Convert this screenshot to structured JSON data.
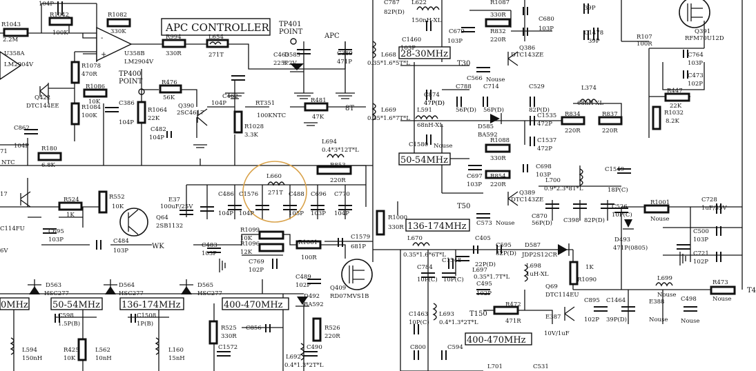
{
  "blocks": {
    "apc_controller": "APC CONTROLLER",
    "tp401": "TP401",
    "tp400": "TP400",
    "point": "POINT",
    "apc": "APC",
    "wk": "WK",
    "t_8": "8T",
    "t30": "T30",
    "t50": "T50",
    "t150": "T150",
    "t4": "T4"
  },
  "band_labels": {
    "b28_30": "28-30MHz",
    "b50_54_right": "50-54MHz",
    "b136_174_mid": "136-174MHz",
    "b400_470_right": "400-470MHz",
    "b30_left": "0MHz",
    "b50_54_left": "50-54MHz",
    "b136_174_left": "136-174MHz",
    "b400_470_left": "400-470MHz"
  },
  "labels": [
    {
      "id": "r1043",
      "text": "R1043"
    },
    {
      "id": "v22m",
      "text": "2.2M"
    },
    {
      "id": "r1042",
      "text": "R1042"
    },
    {
      "id": "v100k_a",
      "text": "100K"
    },
    {
      "id": "r1082",
      "text": "R1082"
    },
    {
      "id": "v330k",
      "text": "330K"
    },
    {
      "id": "u358a",
      "text": "U358A"
    },
    {
      "id": "lm2904v_a",
      "text": "LM2904V"
    },
    {
      "id": "u358b",
      "text": "U358B"
    },
    {
      "id": "lm2904v_b",
      "text": "LM2904V"
    },
    {
      "id": "r1078",
      "text": "R1078"
    },
    {
      "id": "v470r",
      "text": "470R"
    },
    {
      "id": "r1086",
      "text": "R1086"
    },
    {
      "id": "v10k_a",
      "text": "10K"
    },
    {
      "id": "r1084",
      "text": "R1084"
    },
    {
      "id": "v100k_b",
      "text": "100K"
    },
    {
      "id": "q422",
      "text": "Q422"
    },
    {
      "id": "dtc144ee",
      "text": "DTC144EE"
    },
    {
      "id": "c386",
      "text": "C386"
    },
    {
      "id": "v104p_a",
      "text": "104P"
    },
    {
      "id": "r1064",
      "text": "R1064"
    },
    {
      "id": "v22k",
      "text": "22K"
    },
    {
      "id": "r476",
      "text": "R476"
    },
    {
      "id": "v56k",
      "text": "56K"
    },
    {
      "id": "q390",
      "text": "Q390"
    },
    {
      "id": "v2sc4617",
      "text": "2SC4617"
    },
    {
      "id": "c482",
      "text": "C482"
    },
    {
      "id": "v104p_b",
      "text": "104P"
    },
    {
      "id": "r994",
      "text": "R994"
    },
    {
      "id": "v330r_a",
      "text": "330R"
    },
    {
      "id": "l654",
      "text": "L654"
    },
    {
      "id": "v271t_a",
      "text": "271T"
    },
    {
      "id": "c463",
      "text": "C463"
    },
    {
      "id": "v225p",
      "text": "225P"
    },
    {
      "id": "d583",
      "text": "D583"
    },
    {
      "id": "v82v",
      "text": "8.2V"
    },
    {
      "id": "c389",
      "text": "C389"
    },
    {
      "id": "v471p",
      "text": "471P"
    },
    {
      "id": "c462",
      "text": "C462"
    },
    {
      "id": "v104p_c",
      "text": "104P"
    },
    {
      "id": "rt351",
      "text": "RT351"
    },
    {
      "id": "v100kntc",
      "text": "100KNTC"
    },
    {
      "id": "r481",
      "text": "R481"
    },
    {
      "id": "v47k",
      "text": "47K"
    },
    {
      "id": "r1028",
      "text": "R1028"
    },
    {
      "id": "v33k",
      "text": "3.3K"
    },
    {
      "id": "c862",
      "text": "C862"
    },
    {
      "id": "v104p_d",
      "text": "104P"
    },
    {
      "id": "r180",
      "text": "R180"
    },
    {
      "id": "v68k",
      "text": "6.8K"
    },
    {
      "id": "ntc",
      "text": "NTC"
    },
    {
      "id": "v71",
      "text": "71"
    },
    {
      "id": "l694",
      "text": "L694"
    },
    {
      "id": "v04_3_12",
      "text": "0.4*3*12T*L"
    },
    {
      "id": "r853",
      "text": "R853"
    },
    {
      "id": "v220r_a",
      "text": "220R"
    },
    {
      "id": "l660",
      "text": "L660"
    },
    {
      "id": "v271t_b",
      "text": "271T"
    },
    {
      "id": "c486",
      "text": "C486"
    },
    {
      "id": "c1576",
      "text": "C1576"
    },
    {
      "id": "c488",
      "text": "C488"
    },
    {
      "id": "c696",
      "text": "C696"
    },
    {
      "id": "c770",
      "text": "C770"
    },
    {
      "id": "v104p_e",
      "text": "104P"
    },
    {
      "id": "v104p_f",
      "text": "104P"
    },
    {
      "id": "v105p",
      "text": "105P"
    },
    {
      "id": "v103p_a",
      "text": "103P"
    },
    {
      "id": "v104p_g",
      "text": "104P"
    },
    {
      "id": "e37",
      "text": "E37"
    },
    {
      "id": "v100uf25v",
      "text": "100uF/25V"
    },
    {
      "id": "r524",
      "text": "R524"
    },
    {
      "id": "v1k",
      "text": "1K"
    },
    {
      "id": "r552",
      "text": "R552"
    },
    {
      "id": "v10k_b",
      "text": "10K"
    },
    {
      "id": "q64",
      "text": "Q64"
    },
    {
      "id": "v2sb1132",
      "text": "2SB1132"
    },
    {
      "id": "c695",
      "text": "C695"
    },
    {
      "id": "v103p_b",
      "text": "103P"
    },
    {
      "id": "c484",
      "text": "C484"
    },
    {
      "id": "v103p_c",
      "text": "103P"
    },
    {
      "id": "c114fu",
      "text": "C114FU"
    },
    {
      "id": "v6v",
      "text": "6V"
    },
    {
      "id": "v17",
      "text": "17"
    },
    {
      "id": "r1099",
      "text": "R1099"
    },
    {
      "id": "v10k_c",
      "text": "10K"
    },
    {
      "id": "r1096",
      "text": "R1096"
    },
    {
      "id": "v12k",
      "text": "12K"
    },
    {
      "id": "c483",
      "text": "C483"
    },
    {
      "id": "v103p_d",
      "text": "103P"
    },
    {
      "id": "c769",
      "text": "C769"
    },
    {
      "id": "v102p_a",
      "text": "102P"
    },
    {
      "id": "r1061",
      "text": "R1061"
    },
    {
      "id": "v100r",
      "text": "100R"
    },
    {
      "id": "c1579",
      "text": "C1579"
    },
    {
      "id": "v681p",
      "text": "681P"
    },
    {
      "id": "r1000",
      "text": "R1000"
    },
    {
      "id": "v330r_b",
      "text": "330R"
    },
    {
      "id": "q409",
      "text": "Q409"
    },
    {
      "id": "rd07mvs1b",
      "text": "RD07MVS1B"
    },
    {
      "id": "c489",
      "text": "C489"
    },
    {
      "id": "v102p_b",
      "text": "102P"
    },
    {
      "id": "d492",
      "text": "D492"
    },
    {
      "id": "ba592_a",
      "text": "BA592"
    },
    {
      "id": "d563",
      "text": "D563"
    },
    {
      "id": "hsc277_a",
      "text": "HSC277"
    },
    {
      "id": "d564",
      "text": "D564"
    },
    {
      "id": "hsc277_b",
      "text": "HSC277"
    },
    {
      "id": "d565",
      "text": "D565"
    },
    {
      "id": "hsc277_c",
      "text": "HSC277"
    },
    {
      "id": "c598",
      "text": "C598"
    },
    {
      "id": "v15p",
      "text": "1.5P(B)"
    },
    {
      "id": "c1508",
      "text": "C1508"
    },
    {
      "id": "v1pb",
      "text": "1P(B)"
    },
    {
      "id": "r525",
      "text": "R525"
    },
    {
      "id": "v330r_c",
      "text": "330R"
    },
    {
      "id": "c856",
      "text": "C856"
    },
    {
      "id": "v47pd",
      "text": "47P(D)"
    },
    {
      "id": "r526",
      "text": "R526"
    },
    {
      "id": "v220r_b",
      "text": "220R"
    },
    {
      "id": "r425",
      "text": "R425"
    },
    {
      "id": "v10k_d",
      "text": "10K"
    },
    {
      "id": "l594",
      "text": "L594"
    },
    {
      "id": "v150nh",
      "text": "150nH"
    },
    {
      "id": "l562",
      "text": "L562"
    },
    {
      "id": "v10nh",
      "text": "10nH"
    },
    {
      "id": "l160",
      "text": "L160"
    },
    {
      "id": "v15nh",
      "text": "15nH"
    },
    {
      "id": "c1572",
      "text": "C1572"
    },
    {
      "id": "c490",
      "text": "C490"
    },
    {
      "id": "l692",
      "text": "L692"
    },
    {
      "id": "v04_13_2",
      "text": "0.4*1.3*2T*L"
    },
    {
      "id": "c787",
      "text": "C787"
    },
    {
      "id": "v82pd_a",
      "text": "82P(D)"
    },
    {
      "id": "l622",
      "text": "L622"
    },
    {
      "id": "v150nhxl",
      "text": "150nH-XL"
    },
    {
      "id": "c1460",
      "text": "C1460"
    },
    {
      "id": "v103p_e",
      "text": "103P"
    },
    {
      "id": "c679",
      "text": "C679"
    },
    {
      "id": "v103p_f",
      "text": "103P"
    },
    {
      "id": "r1087",
      "text": "R1087"
    },
    {
      "id": "v330r_d",
      "text": "330R"
    },
    {
      "id": "c680",
      "text": "C680"
    },
    {
      "id": "v103p_g",
      "text": "103P"
    },
    {
      "id": "r832",
      "text": "R832"
    },
    {
      "id": "v220r_c",
      "text": "220R"
    },
    {
      "id": "q386",
      "text": "Q386"
    },
    {
      "id": "dtc143ze_a",
      "text": "DTC143ZE"
    },
    {
      "id": "l668",
      "text": "L668"
    },
    {
      "id": "v035_16_5t",
      "text": "0.35*1.6*5T*L"
    },
    {
      "id": "c566",
      "text": "C566"
    },
    {
      "id": "nouse_a",
      "text": "Nouse"
    },
    {
      "id": "c874",
      "text": "C874"
    },
    {
      "id": "v47pd",
      "text": "47P(D)"
    },
    {
      "id": "l591",
      "text": "L591"
    },
    {
      "id": "v68nhxl_a",
      "text": "68nH-XL"
    },
    {
      "id": "c788",
      "text": "C788"
    },
    {
      "id": "v56pd_a",
      "text": "56P(D)"
    },
    {
      "id": "c714",
      "text": "C714"
    },
    {
      "id": "v56pd_b",
      "text": "56P(D)"
    },
    {
      "id": "c529",
      "text": "C529"
    },
    {
      "id": "v82pd_b",
      "text": "82P(D)"
    },
    {
      "id": "l374",
      "text": "L374"
    },
    {
      "id": "v68nhxl_b",
      "text": "68nH-XL"
    },
    {
      "id": "d585",
      "text": "D585"
    },
    {
      "id": "ba592_b",
      "text": "BA592"
    },
    {
      "id": "c1535",
      "text": "C1535"
    },
    {
      "id": "v472p_a",
      "text": "472P"
    },
    {
      "id": "r834",
      "text": "R834"
    },
    {
      "id": "v220r_d",
      "text": "220R"
    },
    {
      "id": "r837",
      "text": "R837"
    },
    {
      "id": "v220r_e",
      "text": "220R"
    },
    {
      "id": "l669",
      "text": "L669"
    },
    {
      "id": "v035_16_7t",
      "text": "0.35*1.6*7T*L"
    },
    {
      "id": "c1580",
      "text": "C1580"
    },
    {
      "id": "nouse_b",
      "text": "Nouse"
    },
    {
      "id": "r1088",
      "text": "R1088"
    },
    {
      "id": "v330r_e",
      "text": "330R"
    },
    {
      "id": "c1537",
      "text": "C1537"
    },
    {
      "id": "v472p_b",
      "text": "472P"
    },
    {
      "id": "c698",
      "text": "C698"
    },
    {
      "id": "v103p_h",
      "text": "103P"
    },
    {
      "id": "c697",
      "text": "C697"
    },
    {
      "id": "v103p_i",
      "text": "103P"
    },
    {
      "id": "r854",
      "text": "R854"
    },
    {
      "id": "v220r_f",
      "text": "220R"
    },
    {
      "id": "l700",
      "text": "L700"
    },
    {
      "id": "v09_23_8",
      "text": "0.9*2.3*8T*L"
    },
    {
      "id": "q389",
      "text": "Q389"
    },
    {
      "id": "dtc143ze_b",
      "text": "DTC143ZE"
    },
    {
      "id": "c870",
      "text": "C870"
    },
    {
      "id": "v56pd_c",
      "text": "56P(D)"
    },
    {
      "id": "c398",
      "text": "C398"
    },
    {
      "id": "v82pd_c",
      "text": "82P(D)"
    },
    {
      "id": "c526",
      "text": "C526"
    },
    {
      "id": "v10pc_a",
      "text": "10P(C)"
    },
    {
      "id": "c573",
      "text": "C573"
    },
    {
      "id": "nouse_c",
      "text": "Nouse"
    },
    {
      "id": "c1549",
      "text": "C1549"
    },
    {
      "id": "v18pc",
      "text": "18P(C)"
    },
    {
      "id": "l670",
      "text": "L670"
    },
    {
      "id": "v035_16_6t",
      "text": "0.35*1.6*6T*L"
    },
    {
      "id": "c405",
      "text": "C405"
    },
    {
      "id": "v22pd",
      "text": "22P(D)"
    },
    {
      "id": "c595",
      "text": "C595"
    },
    {
      "id": "v82pd_d",
      "text": "82P(D)"
    },
    {
      "id": "d587",
      "text": "D587"
    },
    {
      "id": "jdp2s12cr",
      "text": "JDP2S12CR"
    },
    {
      "id": "c784",
      "text": "C784"
    },
    {
      "id": "v10pc_b",
      "text": "10P(C)"
    },
    {
      "id": "c1548",
      "text": "C1548"
    },
    {
      "id": "v10pc_c",
      "text": "10P(C)"
    },
    {
      "id": "l697",
      "text": "L697"
    },
    {
      "id": "v035_17t",
      "text": "0.35*1.7T*L"
    },
    {
      "id": "l698",
      "text": "L698"
    },
    {
      "id": "v1uhxl",
      "text": "1uH-XL"
    },
    {
      "id": "r1090",
      "text": "R1090"
    },
    {
      "id": "v1k_b",
      "text": "1K"
    },
    {
      "id": "c495",
      "text": "C495"
    },
    {
      "id": "v102p_c",
      "text": "102P"
    },
    {
      "id": "q69",
      "text": "Q69"
    },
    {
      "id": "dtc114eu",
      "text": "DTC114EU"
    },
    {
      "id": "c895",
      "text": "C895"
    },
    {
      "id": "v102p_d",
      "text": "102P"
    },
    {
      "id": "c1464",
      "text": "C1464"
    },
    {
      "id": "v39pd_a",
      "text": "39P(D)"
    },
    {
      "id": "r472",
      "text": "R472"
    },
    {
      "id": "v471r",
      "text": "471R"
    },
    {
      "id": "e387",
      "text": "E387"
    },
    {
      "id": "v10v1uf",
      "text": "10V/1uF"
    },
    {
      "id": "c1463",
      "text": "C1463"
    },
    {
      "id": "v10pc_d",
      "text": "10P(C)"
    },
    {
      "id": "l693",
      "text": "L693"
    },
    {
      "id": "v04_13_2b",
      "text": "0.4*1.3*2T*L"
    },
    {
      "id": "c800",
      "text": "C800"
    },
    {
      "id": "c594",
      "text": "C594"
    },
    {
      "id": "l701",
      "text": "L701"
    },
    {
      "id": "c531",
      "text": "C531"
    },
    {
      "id": "q391",
      "text": "Q391"
    },
    {
      "id": "rfm70u12d",
      "text": "RFM70U12D"
    },
    {
      "id": "r107",
      "text": "R107"
    },
    {
      "id": "v100r_b",
      "text": "100R"
    },
    {
      "id": "c1478",
      "text": "C1478"
    },
    {
      "id": "v39p",
      "text": "39P"
    },
    {
      "id": "c764",
      "text": "C764"
    },
    {
      "id": "v103p_j",
      "text": "103P"
    },
    {
      "id": "c473",
      "text": "C473"
    },
    {
      "id": "v102p_e",
      "text": "102P"
    },
    {
      "id": "r447",
      "text": "R447"
    },
    {
      "id": "v22k_b",
      "text": "22K"
    },
    {
      "id": "r1032",
      "text": "R1032"
    },
    {
      "id": "v82k",
      "text": "8.2K"
    },
    {
      "id": "r1001",
      "text": "R1001"
    },
    {
      "id": "nouse_d",
      "text": "Nouse"
    },
    {
      "id": "d493",
      "text": "D493"
    },
    {
      "id": "v471p0805",
      "text": "471P(0805)"
    },
    {
      "id": "c728",
      "text": "C728"
    },
    {
      "id": "v1uf35v",
      "text": "1uF/35V"
    },
    {
      "id": "c500",
      "text": "C500"
    },
    {
      "id": "v103p_k",
      "text": "103P"
    },
    {
      "id": "c721",
      "text": "C721"
    },
    {
      "id": "v102p_f",
      "text": "102P"
    },
    {
      "id": "l699",
      "text": "L699"
    },
    {
      "id": "nouse_e",
      "text": "Nouse"
    },
    {
      "id": "e388",
      "text": "E388"
    },
    {
      "id": "nouse_f",
      "text": "Nouse"
    },
    {
      "id": "c498",
      "text": "C498"
    },
    {
      "id": "nouse_g",
      "text": "Nouse"
    },
    {
      "id": "r473",
      "text": "R473"
    },
    {
      "id": "nouse_h",
      "text": "Nouse"
    },
    {
      "id": "v39p_top",
      "text": "39P"
    },
    {
      "id": "v104p_top",
      "text": "104P"
    }
  ],
  "colors": {
    "ink": "#111111",
    "highlight": "#d9a24a"
  }
}
